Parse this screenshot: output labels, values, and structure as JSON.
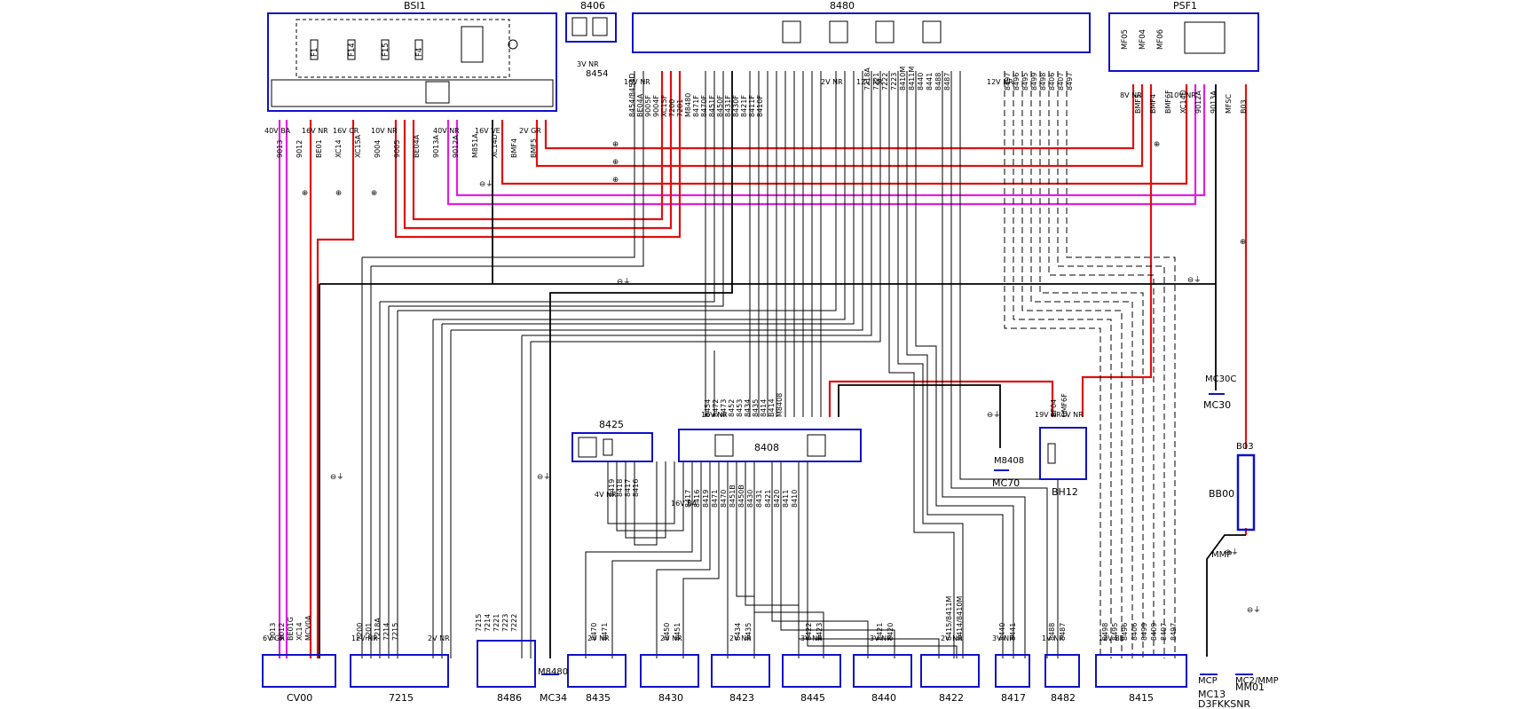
{
  "components": {
    "bsi1": "BSI1",
    "c8406": "8406",
    "c8480": "8480",
    "psf1": "PSF1",
    "c8425": "8425",
    "c8408": "8408",
    "mc70": "MC70",
    "bh12": "BH12",
    "mc30": "MC30",
    "bb00": "BB00",
    "cv00": "CV00",
    "c7215": "7215",
    "c8486": "8486",
    "mc34": "MC34",
    "c8435": "8435",
    "c8430": "8430",
    "c8423": "8423",
    "c8445": "8445",
    "c8440": "8440",
    "c8422": "8422",
    "c8417": "8417",
    "c8482": "8482",
    "c8415": "8415",
    "mc13": "MC13",
    "mm01": "MM01"
  },
  "bsi_fuses": [
    "F1",
    "F14",
    "F15",
    "F4"
  ],
  "psf_fuses": [
    "MF05",
    "MF04",
    "MF06"
  ],
  "connectors": {
    "bsi_left": "40V BA",
    "bsi_c16": "16V NR",
    "bsi_c16b": "16V CR",
    "bsi_c10": "10V NR",
    "bsi_c40": "40V NR",
    "bsi_c16ve": "16V VE",
    "bsi_c2": "2V GR",
    "n8406": "3V NR",
    "n8480a": "16V NR",
    "n8480b": "2V NR",
    "n8480c": "12V NR",
    "n8480d": "12V NR",
    "psf_a": "8V NR",
    "psf_b": "10V NR",
    "n8408a": "16V NR",
    "n8408b": "16V BA",
    "n8425": "4V NR",
    "bh12a": "19V NR",
    "bh12b": "1V NR",
    "cv00": "6V GR",
    "c7215": "12V NR",
    "c7215b": "2V NR",
    "c8435": "2V NR",
    "c8430": "2V NR",
    "c8423": "2V NR",
    "c8445": "3V NR",
    "c8440": "3V NR",
    "c8422": "2V NR",
    "c8417": "3V NR",
    "c8482": "1V NR",
    "c8415": "12V BE"
  },
  "wires": {
    "bsi_bottom": [
      "9013",
      "9012",
      "BE01",
      "XC14",
      "XC15A",
      "9004",
      "9005",
      "BE04A",
      "9013A",
      "9012A",
      "M851A",
      "XC14D",
      "BMF4",
      "BMF5"
    ],
    "w8406": "8454",
    "w8480_left": [
      "8454/8454D",
      "BE04A",
      "9005F",
      "9004F",
      "XC15F",
      "7200",
      "7201",
      "M8480",
      "8471F",
      "8470F",
      "8451F",
      "8450F",
      "8431F",
      "8430F",
      "8421F",
      "8411F",
      "8410F"
    ],
    "w8480_right": [
      "7218A",
      "7221",
      "7222",
      "7223",
      "8410M",
      "8411M",
      "8440",
      "8441",
      "8488",
      "8487"
    ],
    "w8480_far": [
      "8497",
      "8496",
      "8495",
      "8499",
      "8498",
      "8406",
      "8407",
      "8497"
    ],
    "psf_bottom": [
      "BMF5",
      "BMF4",
      "BMF6F",
      "XC14D",
      "9012A",
      "9013A",
      "MFSC",
      "B03"
    ],
    "w8408_top": [
      "8454",
      "8472",
      "8473",
      "8452",
      "8453",
      "8434",
      "8435",
      "8414",
      "B414",
      "M8408"
    ],
    "w8408_bot": [
      "8417",
      "8416",
      "8419",
      "8471",
      "8470",
      "8451B",
      "8450B",
      "8430",
      "8431",
      "8421",
      "8420",
      "8411",
      "8410"
    ],
    "w8425": [
      "8419",
      "8418",
      "8417",
      "8416"
    ],
    "w8408_gnd": "M8408",
    "w_mc30": "MC30C",
    "w_bh12": [
      "BF04",
      "BMF6F"
    ],
    "w_bb00": "B03",
    "w_mm01": "MMP",
    "w_mc34": "M8480",
    "cv00": [
      "9013",
      "9012",
      "BE01G",
      "XC14",
      "MCV0A"
    ],
    "c7215": [
      "7200",
      "7201",
      "7218A",
      "7214",
      "7215"
    ],
    "c8486": [
      "7215",
      "7214",
      "7221",
      "7223",
      "7222"
    ],
    "c8435": [
      "8470",
      "8471"
    ],
    "c8430": [
      "8450",
      "8451"
    ],
    "c8423": [
      "8434",
      "8435"
    ],
    "c8445": [
      "8422",
      "8423"
    ],
    "c8440": [
      "8421",
      "8420"
    ],
    "c8422": [
      "8415/8411M",
      "8414/8410M"
    ],
    "c8417": [
      "8440",
      "8441"
    ],
    "c8482": [
      "8488",
      "8487"
    ],
    "c8415": [
      "8498",
      "8495",
      "8496",
      "8406",
      "8499",
      "8409",
      "8407",
      "8497"
    ],
    "mc13": "MCP",
    "mm01": "MC2/MMP"
  },
  "ground_symbol": "⊖⏚",
  "plus_symbol": "⊕",
  "ref_code": "D3FKKSNR",
  "colors": {
    "line": "#000000",
    "box": "#1010c8",
    "red": "#e01010",
    "magenta": "#e020e0"
  }
}
